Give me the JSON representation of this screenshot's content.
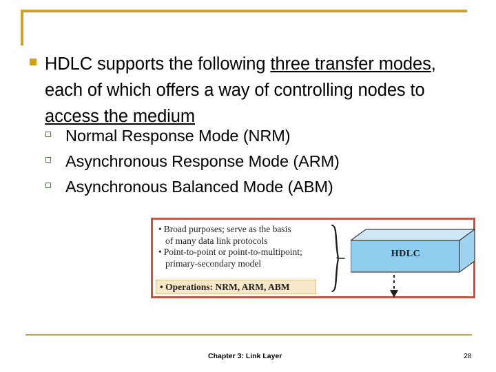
{
  "slide": {
    "accent_gold": "#c9a227",
    "bullet_gold": "#d4a017",
    "sub_bullet_green": "#4f7942",
    "figure_border_red": "#c0564a",
    "figure_highlight_cream": "#f7e9c8",
    "cube_blue_front": "#86c5ea",
    "cube_blue_top": "#cfe8f7"
  },
  "main_bullet": {
    "marker": "filled-square-bullet",
    "line1_a": "HDLC supports the following ",
    "line1_underlined": "three transfer modes",
    "line1_b": ",",
    "line2": "each of which offers a way of controlling nodes to",
    "line3_underlined": "access the medium"
  },
  "sub_bullets": [
    {
      "marker": "hollow-square-bullet",
      "label": "Normal Response Mode (NRM)"
    },
    {
      "marker": "hollow-square-bullet",
      "label": "Asynchronous Response Mode (ARM)"
    },
    {
      "marker": "hollow-square-bullet",
      "label": "Asynchronous Balanced Mode (ABM)"
    }
  ],
  "figure": {
    "lines": [
      {
        "bullet": "•",
        "text": "Broad purposes; serve as the basis",
        "indent": false
      },
      {
        "bullet": "",
        "text": "of many data link protocols",
        "indent": true
      },
      {
        "bullet": "•",
        "text": "Point-to-point or point-to-multipoint;",
        "indent": false
      },
      {
        "bullet": "",
        "text": "primary-secondary model",
        "indent": true
      }
    ],
    "highlight": "• Operations: NRM, ARM, ABM",
    "cube_label": "HDLC"
  },
  "footer": {
    "title": "Chapter 3: Link Layer",
    "page": "28"
  }
}
